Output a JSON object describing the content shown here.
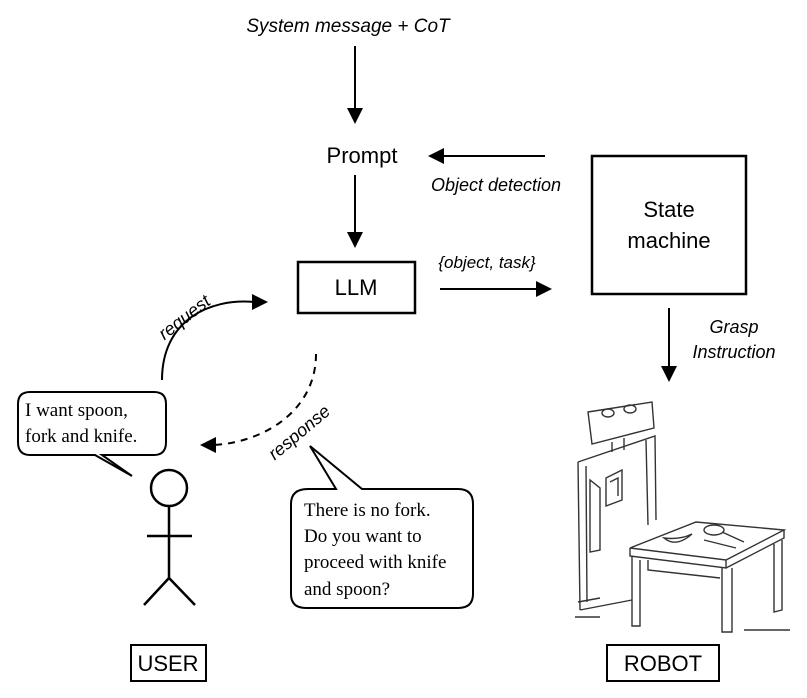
{
  "labels": {
    "system_message": "System message + CoT",
    "prompt": "Prompt",
    "object_detection": "Object detection",
    "state_machine_line1": "State",
    "state_machine_line2": "machine",
    "llm": "LLM",
    "object_task": "{object, task}",
    "grasp_line1": "Grasp",
    "grasp_line2": "Instruction",
    "request": "request",
    "response": "response",
    "user": "USER",
    "robot": "ROBOT"
  },
  "user_bubble": {
    "line1": "I want spoon,",
    "line2": "fork and knife."
  },
  "response_bubble": {
    "line1": "There is no fork.",
    "line2": "Do you want to",
    "line3": "proceed with knife",
    "line4": "and spoon?"
  }
}
